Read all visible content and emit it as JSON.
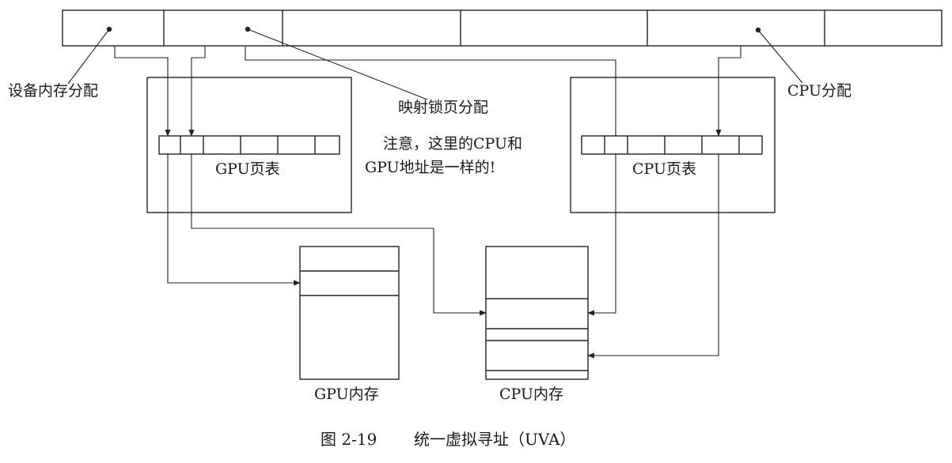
{
  "labels": {
    "device_alloc": "设备内存分配",
    "mapped_pinned_alloc": "映射锁页分配",
    "cpu_alloc": "CPU分配",
    "note_line1": "注意，这里的CPU和",
    "note_line2": "GPU地址是一样的!",
    "gpu_page_table": "GPU页表",
    "cpu_page_table": "CPU页表",
    "gpu_memory": "GPU内存",
    "cpu_memory": "CPU内存"
  },
  "caption": {
    "figure_number": "图 2-19",
    "title": "统一虚拟寻址（UVA）"
  }
}
